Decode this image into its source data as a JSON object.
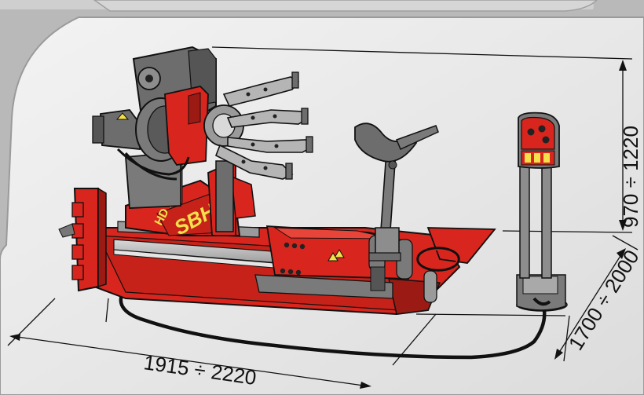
{
  "dimensions": {
    "width": "1915 ÷ 2220",
    "depth": "1700 ÷ 2000",
    "height": "970 ÷ 1220"
  },
  "labels": {
    "brand": "SBHI",
    "model_code": "HD 100"
  },
  "colors": {
    "background_outer": "#b9b9b9",
    "background_panel": "#e9e9e9",
    "machine_red": "#d8261e",
    "machine_dark_red": "#9c1a14",
    "machine_grey": "#6d6d6d",
    "outline": "#111111"
  },
  "icons": [
    "warning-triangle-icon",
    "control-buttons-icon"
  ]
}
